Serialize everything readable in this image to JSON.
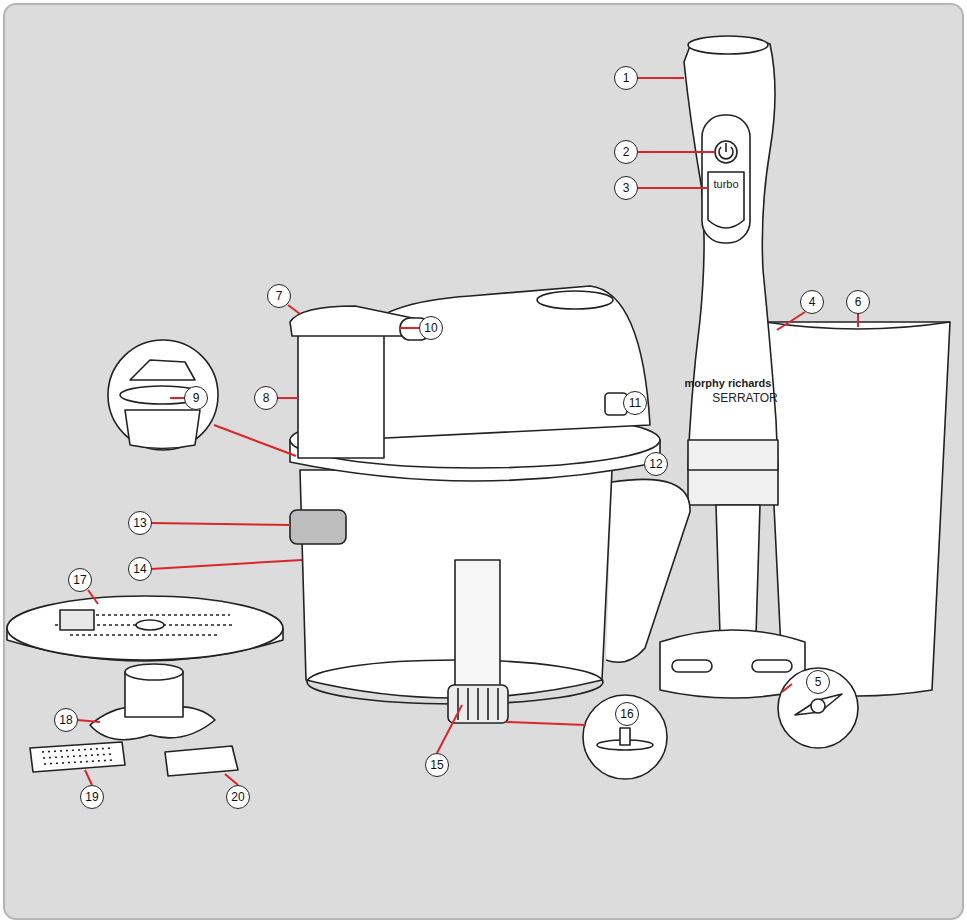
{
  "diagram": {
    "labels": [
      "1",
      "2",
      "turbo",
      "3",
      "morphy richards",
      "SERRATOR",
      "7",
      "10",
      "9",
      "8",
      "11",
      "4",
      "6",
      "12",
      "13",
      "14",
      "17",
      "18",
      "5",
      "16",
      "15",
      "19",
      "20"
    ]
  }
}
